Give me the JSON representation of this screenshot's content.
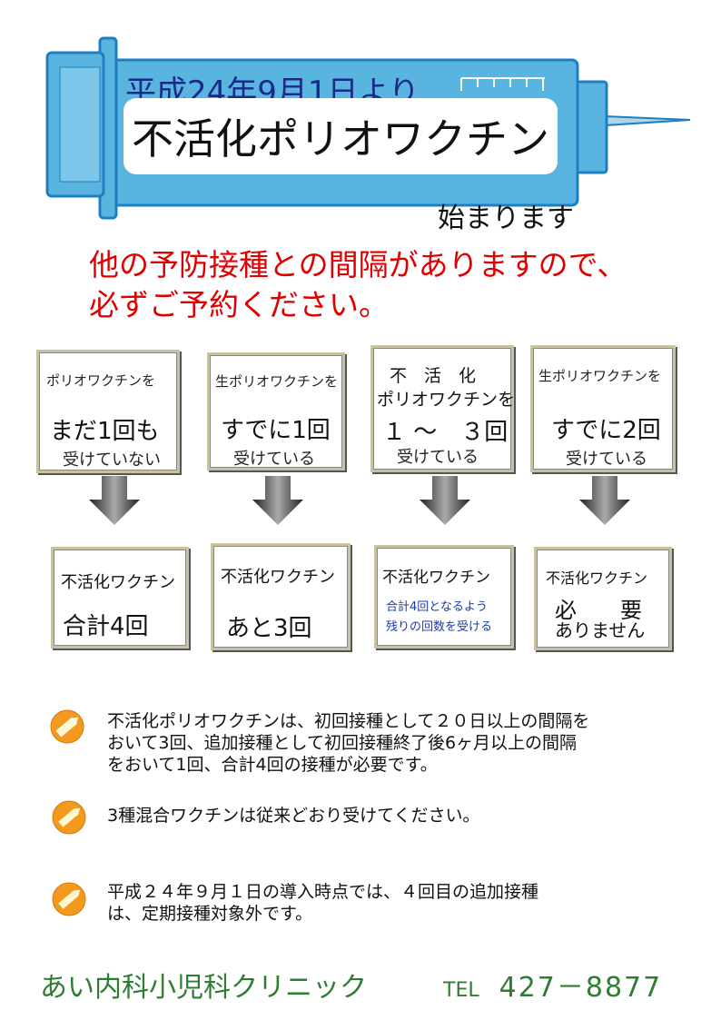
{
  "header": {
    "date_line": "平成24年9月1日より",
    "title": "不活化ポリオワクチン",
    "start": "始まります"
  },
  "notice": {
    "line1": "他の予防接種との間隔がありますので、",
    "line2": "必ずご予約ください。"
  },
  "top_boxes": [
    {
      "small": "ポリオワクチンを",
      "big": "まだ1回も",
      "sub": "受けていない"
    },
    {
      "small": "生ポリオワクチンを",
      "big": "すでに1回",
      "sub": "受けている"
    },
    {
      "small_line1": "不　活　化",
      "small_line2": "ポリオワクチンを",
      "big": "１ ～　３回",
      "sub": "受けている"
    },
    {
      "small": "生ポリオワクチンを",
      "big": "すでに2回",
      "sub": "受けている"
    }
  ],
  "bottom_boxes": [
    {
      "label": "不活化ワクチン",
      "big": "合計4回"
    },
    {
      "label": "不活化ワクチン",
      "big": "あと3回"
    },
    {
      "label": "不活化ワクチン",
      "note_line1": "合計4回となるよう",
      "note_line2": "残りの回数を受ける"
    },
    {
      "label": "不活化ワクチン",
      "big_line1": "必　　要",
      "big_line2": "ありません"
    }
  ],
  "bullets": [
    {
      "line1": "不活化ポリオワクチンは、初回接種として２０日以上の間隔を",
      "line2": "おいて3回、追加接種として初回接種終了後6ヶ月以上の間隔",
      "line3": "をおいて1回、合計4回の接種が必要です。"
    },
    {
      "line1": "3種混合ワクチンは従来どおり受けてください。"
    },
    {
      "line1": "平成２４年９月１日の導入時点では、４回目の追加接種",
      "line2": "は、定期接種対象外です。"
    }
  ],
  "footer": {
    "clinic": "あい内科小児科クリニック",
    "tel_label": "TEL",
    "tel": "427－8877"
  },
  "colors": {
    "syringe_fill": "#5ab4e0",
    "syringe_stroke": "#1d7fc0",
    "notice": "#e00000",
    "footer": "#2e7d32",
    "date": "#1a2a8a",
    "bullet_icon": "#f39a1e"
  },
  "icons": [
    "syringe-icon",
    "down-arrow-icon",
    "pencil-badge-icon"
  ]
}
